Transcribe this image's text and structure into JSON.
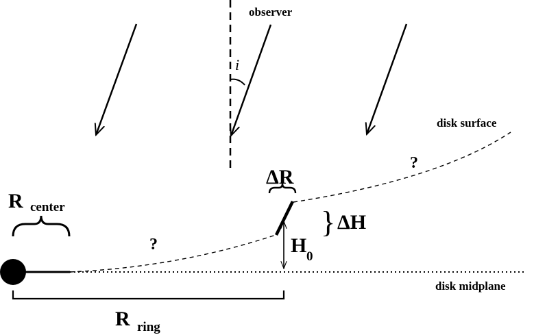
{
  "labels": {
    "observer": "observer",
    "inclination": "i",
    "disk_surface": "disk surface",
    "disk_midplane": "disk midplane",
    "r_center_main": "R",
    "r_center_sub": "center",
    "r_ring_main": "R",
    "r_ring_sub": "ring",
    "delta_r": "ΔR",
    "delta_h": "ΔH",
    "h0_main": "H",
    "h0_sub": "0",
    "unknown_outer": "?",
    "unknown_inner": "?",
    "brace": "}"
  },
  "colors": {
    "ink": "#000000",
    "background": "#ffffff"
  }
}
